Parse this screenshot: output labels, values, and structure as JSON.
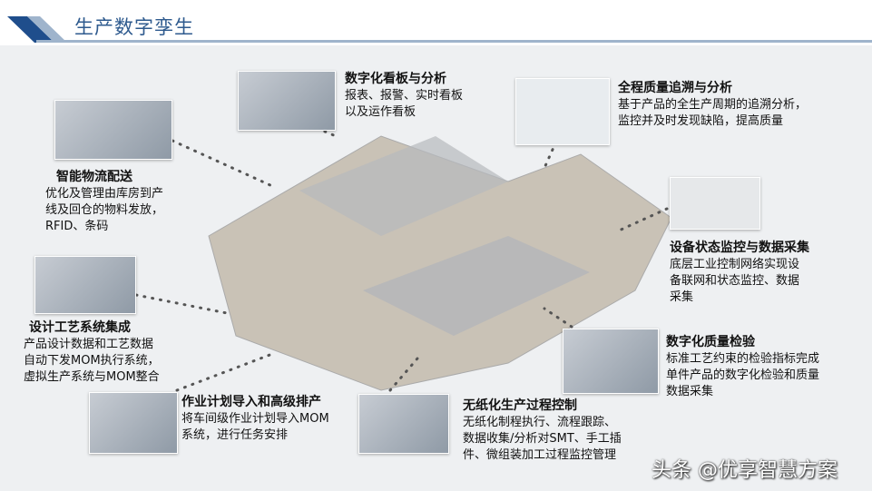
{
  "header": {
    "title": "生产数字孪生"
  },
  "blocks": [
    {
      "title": "数字化看板与分析",
      "lines": [
        "报表、报警、实时看板",
        "以及运作看板"
      ]
    },
    {
      "title": "全程质量追溯与分析",
      "lines": [
        "基于产品的全生产周期的追溯分析，",
        "监控并及时发现缺陷，提高质量"
      ]
    },
    {
      "title": "智能物流配送",
      "lines": [
        "优化及管理由库房到产",
        "线及回仓的物料发放，",
        "RFID、条码"
      ]
    },
    {
      "title": "设备状态监控与数据采集",
      "lines": [
        "底层工业控制网络实现设",
        "备联网和状态监控、数据",
        "采集"
      ]
    },
    {
      "title": "设计工艺系统集成",
      "lines": [
        "产品设计数据和工艺数据",
        "自动下发MOM执行系统，",
        "虚拟生产系统与MOM整合"
      ]
    },
    {
      "title": "数字化质量检验",
      "lines": [
        "标准工艺约束的检验指标完成",
        "单件产品的数字化检验和质量",
        "数据采集"
      ]
    },
    {
      "title": "作业计划导入和高级排产",
      "lines": [
        "将车间级作业计划导入MOM",
        "系统，进行任务安排"
      ]
    },
    {
      "title": "无纸化生产过程控制",
      "lines": [
        "无纸化制程执行、流程跟踪、",
        "数据收集/分析对SMT、手工插",
        "件、微组装加工过程监控管理"
      ]
    }
  ],
  "watermark": "头条 @优享智慧方案",
  "colors": {
    "title": "#2e5a8e",
    "accent": "#1f4e8c"
  }
}
